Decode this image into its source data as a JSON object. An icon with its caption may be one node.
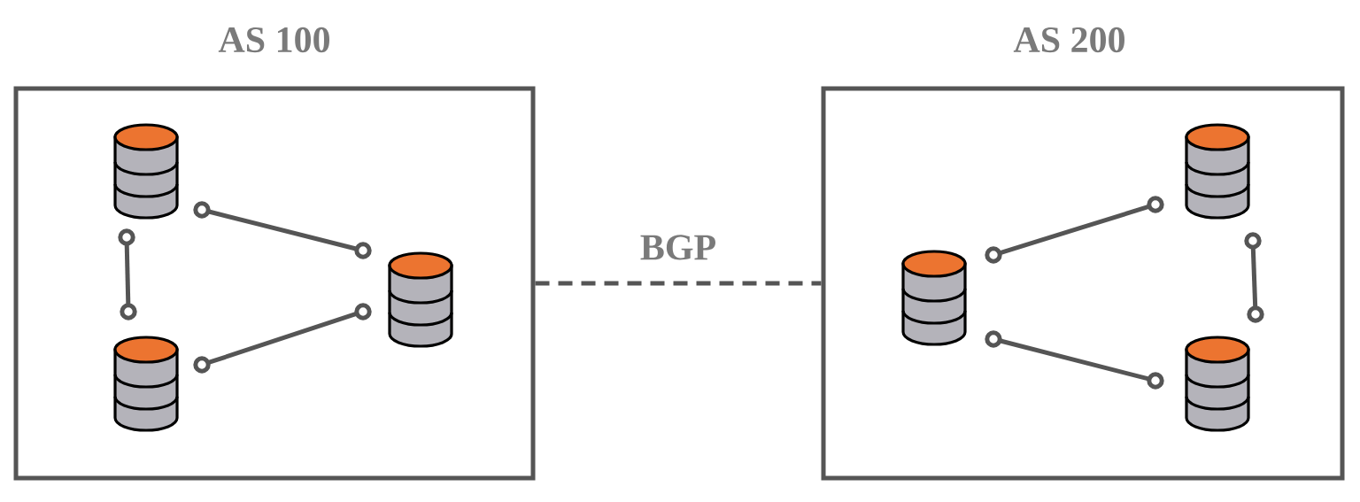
{
  "diagram": {
    "nodes": [
      {
        "text": [
          "AS 100"
        ]
      },
      {
        "text": [],
        "shape": "cylinder",
        "in": 0
      },
      {
        "text": [],
        "shape": "cylinder",
        "in": 0
      },
      {
        "text": [],
        "shape": "cylinder",
        "in": 0
      },
      {
        "text": [
          "AS 200"
        ]
      },
      {
        "text": [],
        "shape": "cylinder",
        "in": 4
      },
      {
        "text": [],
        "shape": "cylinder",
        "in": 4
      },
      {
        "text": [],
        "shape": "cylinder",
        "in": 4
      }
    ],
    "edges": [
      {
        "from": 1,
        "to": 2,
        "arrow": "other"
      },
      {
        "from": 1,
        "to": 3,
        "arrow": "other"
      },
      {
        "from": 2,
        "to": 3,
        "arrow": "other"
      },
      {
        "from": 0,
        "to": 4,
        "arrow": "none",
        "style": "dashed",
        "label": "BGP"
      },
      {
        "from": 5,
        "to": 6,
        "arrow": "other"
      },
      {
        "from": 5,
        "to": 7,
        "arrow": "other"
      },
      {
        "from": 6,
        "to": 7,
        "arrow": "other"
      }
    ]
  }
}
